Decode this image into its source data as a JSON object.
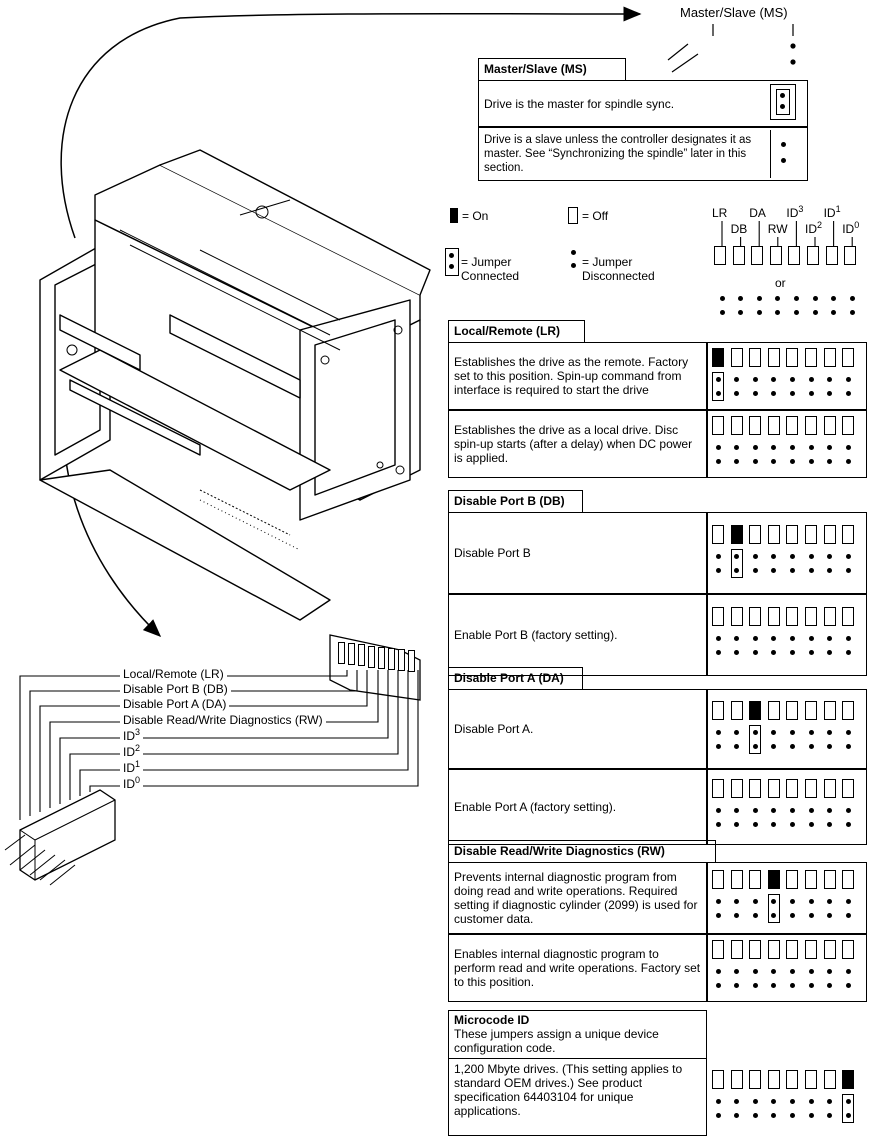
{
  "ms_top_label": "Master/Slave (MS)",
  "ms": {
    "header": "Master/Slave (MS)",
    "rows": [
      {
        "text": "Drive is the master for spindle sync.",
        "jumper": "connected"
      },
      {
        "text": "Drive is a slave unless the controller designates it as master. See “Synchronizing the spindle” later in this section.",
        "jumper": "disconnected"
      }
    ]
  },
  "legend": {
    "on": "= On",
    "off": "= Off",
    "jumper_connected": "= Jumper Connected",
    "jumper_disconnected": "= Jumper Disconnected",
    "or": "or"
  },
  "columns": [
    {
      "base": "LR",
      "sup": ""
    },
    {
      "base": "DB",
      "sup": ""
    },
    {
      "base": "DA",
      "sup": ""
    },
    {
      "base": "RW",
      "sup": ""
    },
    {
      "base": "ID",
      "sup": "3"
    },
    {
      "base": "ID",
      "sup": "2"
    },
    {
      "base": "ID",
      "sup": "1"
    },
    {
      "base": "ID",
      "sup": "0"
    }
  ],
  "sections": [
    {
      "header": "Local/Remote (LR)",
      "rows": [
        {
          "text": "Establishes the drive as the remote. Factory set to this position. Spin-up command from interface is required to start the drive",
          "on": 0
        },
        {
          "text": "Establishes the drive as a local drive. Disc spin-up starts (after a delay) when DC power is applied.",
          "on": -1
        }
      ]
    },
    {
      "header": "Disable Port B (DB)",
      "rows": [
        {
          "text": "Disable Port B",
          "on": 1
        },
        {
          "text": "Enable Port B (factory setting).",
          "on": -1
        }
      ]
    },
    {
      "header": "Disable Port A (DA)",
      "rows": [
        {
          "text": "Disable Port A.",
          "on": 2
        },
        {
          "text": "Enable Port A (factory setting).",
          "on": -1
        }
      ]
    },
    {
      "header": "Disable Read/Write Diagnostics (RW)",
      "rows": [
        {
          "text": "Prevents internal diagnostic program from doing read and write operations. Required setting if diagnostic cylinder (2099) is used for customer data.",
          "on": 3
        },
        {
          "text": "Enables internal diagnostic program to perform read and write operations. Factory set to this position.",
          "on": -1
        }
      ]
    }
  ],
  "microcode": {
    "header": "Microcode ID",
    "desc": "These jumpers assign a unique device configuration code.",
    "row_text": "1,200 Mbyte drives. (This setting applies to standard OEM drives.) See product specification 64403104 for unique applications.",
    "on": 7
  },
  "connector_labels": [
    {
      "base": "Local/Remote (LR)",
      "sup": ""
    },
    {
      "base": "Disable Port B (DB)",
      "sup": ""
    },
    {
      "base": "Disable Port A (DA)",
      "sup": ""
    },
    {
      "base": "Disable Read/Write Diagnostics (RW)",
      "sup": ""
    },
    {
      "base": "ID",
      "sup": "3"
    },
    {
      "base": "ID",
      "sup": "2"
    },
    {
      "base": "ID",
      "sup": "1"
    },
    {
      "base": "ID",
      "sup": "0"
    }
  ]
}
